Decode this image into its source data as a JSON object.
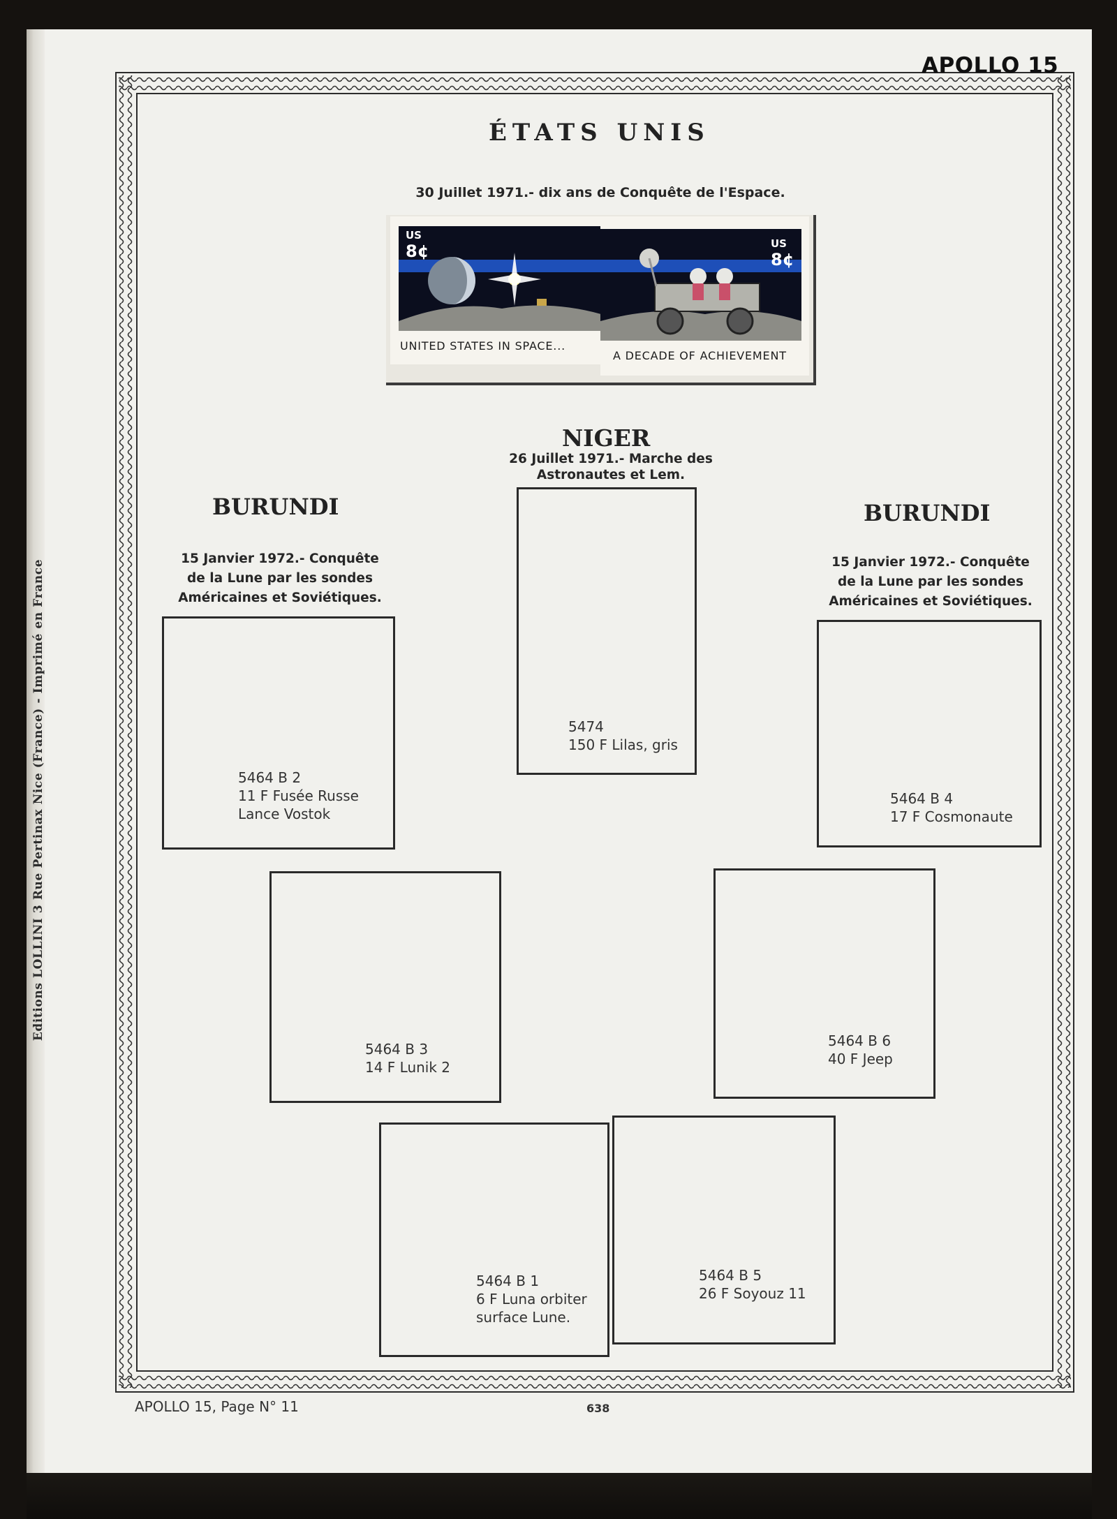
{
  "album": {
    "corner_title": "APOLLO 15",
    "side_imprint": "Editions LOLLINI 3 Rue Pertinax Nice (France) - Imprimé en France",
    "footer_left": "APOLLO 15, Page N° 11",
    "footer_number": "638"
  },
  "etats_unis": {
    "country": "ÉTATS UNIS",
    "caption": "30 Juillet 1971.- dix ans de Conquête de l'Espace.",
    "stamp_left": {
      "denomination": "US 8c",
      "inscription": "UNITED STATES IN SPACE..."
    },
    "stamp_right": {
      "denomination": "US 8c",
      "inscription": "A DECADE OF ACHIEVEMENT"
    }
  },
  "niger": {
    "country": "NIGER",
    "caption_line1": "26 Juillet 1971.- Marche des",
    "caption_line2": "Astronautes et Lem.",
    "slot": {
      "code": "5474",
      "desc": "150 F Lilas, gris"
    }
  },
  "burundi_left": {
    "country": "BURUNDI",
    "caption_line1": "15 Janvier 1972.- Conquête",
    "caption_line2": "de la Lune par les sondes",
    "caption_line3": "Américaines et Soviétiques."
  },
  "burundi_right": {
    "country": "BURUNDI",
    "caption_line1": "15 Janvier 1972.- Conquête",
    "caption_line2": "de la Lune par les sondes",
    "caption_line3": "Américaines et Soviétiques."
  },
  "slots": {
    "b2": {
      "code": "5464 B 2",
      "line1": "11 F Fusée Russe",
      "line2": "Lance Vostok"
    },
    "b4": {
      "code": "5464 B 4",
      "line1": "17 F Cosmonaute"
    },
    "b3": {
      "code": "5464 B 3",
      "line1": "14 F Lunik 2"
    },
    "b6": {
      "code": "5464 B 6",
      "line1": "40 F Jeep"
    },
    "b1": {
      "code": "5464 B 1",
      "line1": "6 F Luna orbiter",
      "line2": "surface Lune."
    },
    "b5": {
      "code": "5464 B 5",
      "line1": "26 F Soyouz 11"
    }
  },
  "colors": {
    "page": "#f1f1ed",
    "ink": "#1c1c1c",
    "stamp_blue": "#1e4fb8",
    "stamp_night": "#0b0e1e"
  }
}
